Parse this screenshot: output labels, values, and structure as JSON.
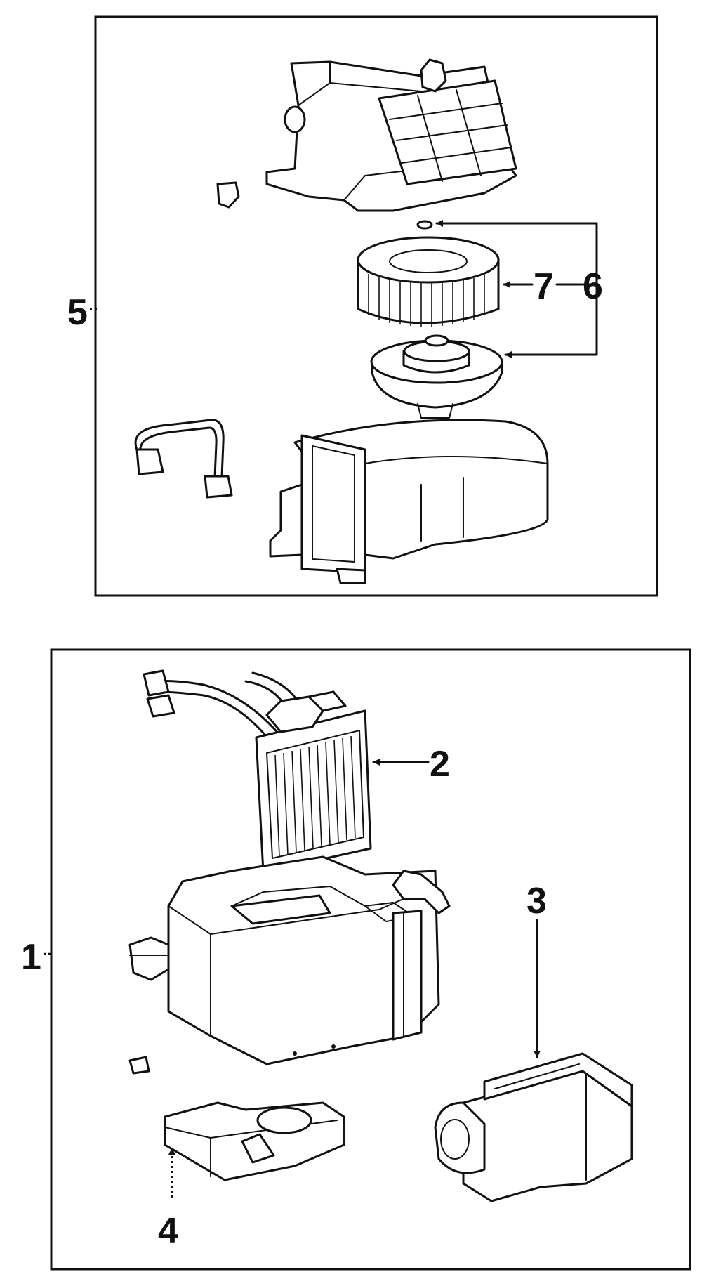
{
  "diagram": {
    "callouts": {
      "c1": "1",
      "c2": "2",
      "c3": "3",
      "c4": "4",
      "c5": "5",
      "c6": "6",
      "c7": "7"
    }
  },
  "colors": {
    "line": "#111111",
    "background": "#ffffff"
  }
}
